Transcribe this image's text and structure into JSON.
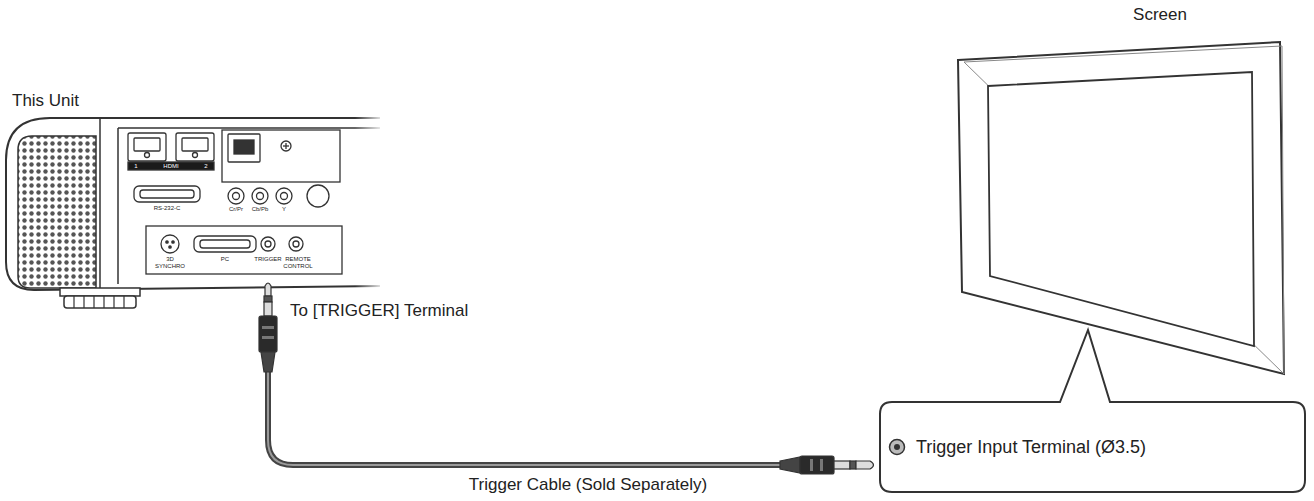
{
  "diagram": {
    "nodes": [
      {
        "text": [
          "Trigger Input Terminal (Ø3.5)"
        ]
      }
    ],
    "labels": [
      "This Unit",
      "Screen",
      "1",
      "HDMI",
      "2",
      "RS-232-C",
      "Cr/Pr",
      "Cb/Pb",
      "Y",
      "3D SYNCHRO",
      "PC",
      "TRIGGER",
      "REMOTE CONTROL",
      "To [TRIGGER] Terminal",
      "Trigger Cable (Sold Separately)"
    ]
  }
}
